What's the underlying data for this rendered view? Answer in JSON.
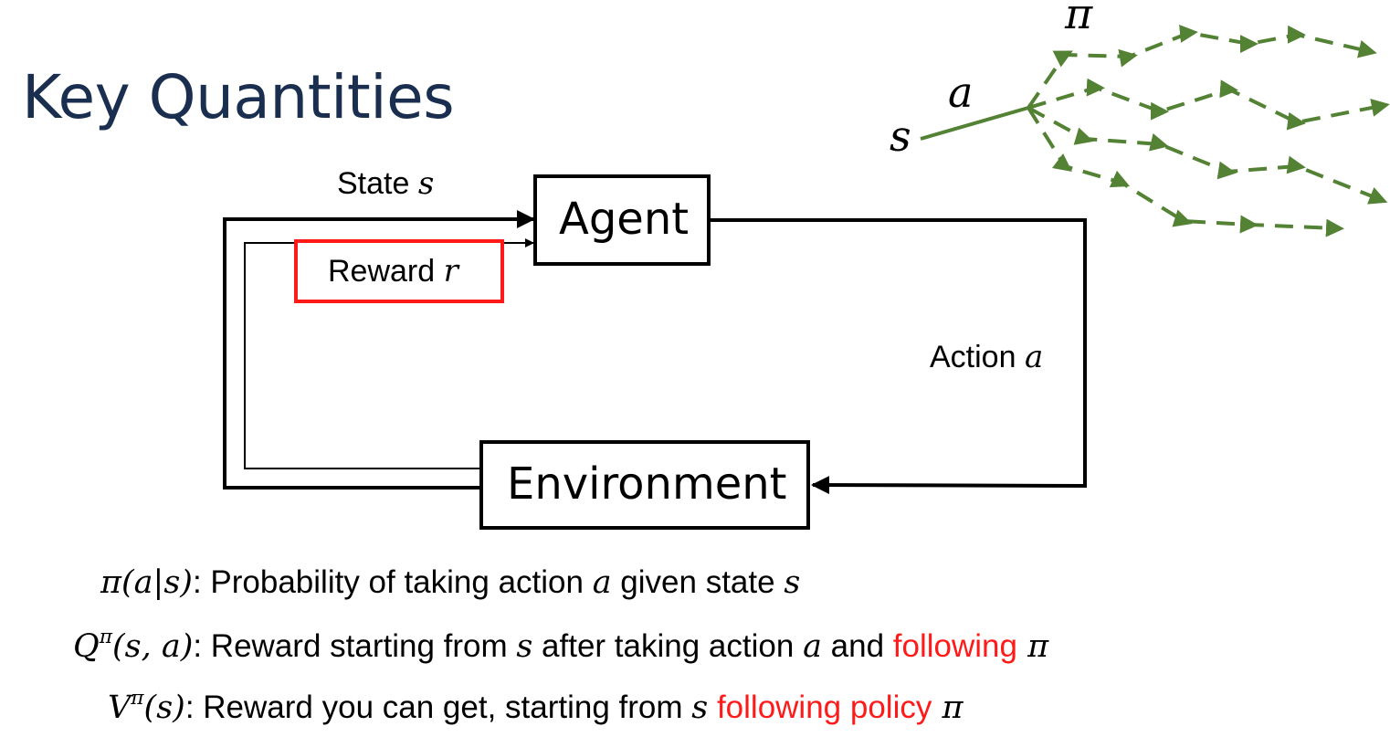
{
  "title": "Key Quantities",
  "tree": {
    "pi": "π",
    "a": "a",
    "s": "s",
    "color": "#548235"
  },
  "loop": {
    "agent": "Agent",
    "environment": "Environment",
    "state_text": "State",
    "state_var": "s",
    "reward_text": "Reward",
    "reward_var": "r",
    "action_text": "Action",
    "action_var": "a",
    "reward_box_color": "#ff1a1a"
  },
  "definitions": [
    {
      "sym": "π",
      "sup": "",
      "args": "(a|s)",
      "parts": [
        {
          "t": ": Probability of taking action ",
          "k": "text"
        },
        {
          "t": "a",
          "k": "math"
        },
        {
          "t": " given state ",
          "k": "text"
        },
        {
          "t": "s",
          "k": "math"
        }
      ]
    },
    {
      "sym": "Q",
      "sup": "π",
      "args": "(s, a)",
      "parts": [
        {
          "t": ": Reward starting from ",
          "k": "text"
        },
        {
          "t": "s",
          "k": "math"
        },
        {
          "t": " after taking action ",
          "k": "text"
        },
        {
          "t": "a",
          "k": "math"
        },
        {
          "t": " and ",
          "k": "text"
        },
        {
          "t": "following",
          "k": "red"
        },
        {
          "t": " π",
          "k": "math"
        }
      ]
    },
    {
      "sym": "V",
      "sup": "π",
      "args": "(s)",
      "parts": [
        {
          "t": ": Reward you can get, starting from ",
          "k": "text"
        },
        {
          "t": "s",
          "k": "math"
        },
        {
          "t": " ",
          "k": "text"
        },
        {
          "t": "following policy",
          "k": "red"
        },
        {
          "t": " π",
          "k": "math"
        }
      ]
    }
  ]
}
